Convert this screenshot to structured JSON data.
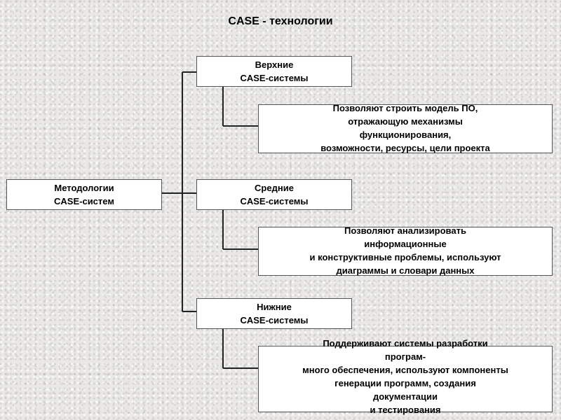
{
  "title": "CASE - технологии",
  "root": {
    "line1": "Методологии",
    "line2": "CASE-систем"
  },
  "branches": [
    {
      "line1": "Верхние",
      "line2": "CASE-системы",
      "description": "Позволяют строить модель ПО,\nотражающую механизмы\nфункционирования,\nвозможности, ресурсы, цели проекта"
    },
    {
      "line1": "Средние",
      "line2": "CASE-системы",
      "description": "Позволяют анализировать\nинформационные\nи конструктивные проблемы, используют\nдиаграммы и словари данных"
    },
    {
      "line1": "Нижние",
      "line2": "CASE-системы",
      "description": "Поддерживают системы разработки\nпрограм-\n много обеспечения, используют компоненты\nгенерации программ, создания\nдокументации\nи тестирования"
    }
  ]
}
